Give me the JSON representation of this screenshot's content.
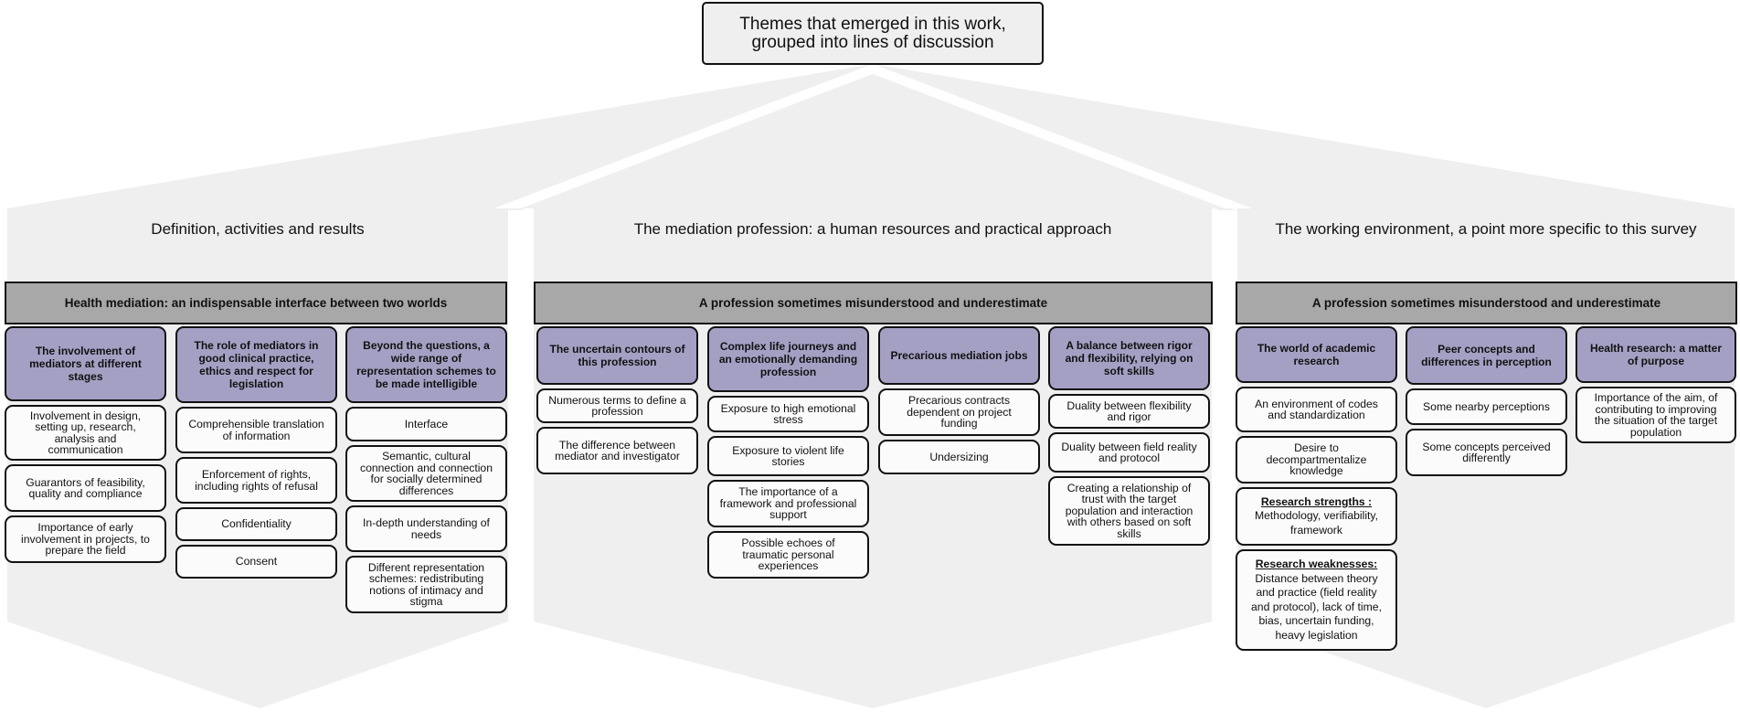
{
  "title": "Themes that emerged in this work, grouped into lines of discussion",
  "colors": {
    "theme_fill": "#a4a0c4",
    "band_fill": "#a8a8a8",
    "panel_fill": "#efefef",
    "item_fill": "#fbfbfb",
    "border": "#111111"
  },
  "lines": [
    {
      "label": "Definition, activities and results",
      "band": "Health mediation: an indispensable interface between two worlds",
      "themes": [
        {
          "title": "The involvement of mediators at different stages",
          "items": [
            {
              "text": "Involvement in design, setting up, research, analysis and communication"
            },
            {
              "text": "Guarantors of feasibility, quality and compliance"
            },
            {
              "text": "Importance of early involvement in projects, to prepare the field"
            }
          ]
        },
        {
          "title": "The role of mediators in good clinical practice, ethics and respect for legislation",
          "items": [
            {
              "text": "Comprehensible translation of information"
            },
            {
              "text": "Enforcement of rights, including rights of refusal"
            },
            {
              "text": "Confidentiality"
            },
            {
              "text": "Consent"
            }
          ]
        },
        {
          "title": "Beyond the questions, a wide range of representation schemes to be made intelligible",
          "items": [
            {
              "text": "Interface"
            },
            {
              "text": "Semantic, cultural connection and connection for socially determined differences"
            },
            {
              "text": "In-depth understanding of needs"
            },
            {
              "text": "Different representation schemes: redistributing notions of intimacy and stigma"
            }
          ]
        }
      ]
    },
    {
      "label": "The mediation profession: a human resources and practical approach",
      "band": "A profession sometimes misunderstood and underestimate",
      "themes": [
        {
          "title": "The uncertain contours of this profession",
          "items": [
            {
              "text": "Numerous terms to define a profession"
            },
            {
              "text": "The difference between mediator and investigator"
            }
          ]
        },
        {
          "title": "Complex life journeys and an emotionally demanding profession",
          "items": [
            {
              "text": "Exposure to high emotional stress"
            },
            {
              "text": "Exposure to violent life stories"
            },
            {
              "text": "The importance of a framework and professional support"
            },
            {
              "text": "Possible echoes of traumatic personal experiences"
            }
          ]
        },
        {
          "title": "Precarious mediation jobs",
          "items": [
            {
              "text": "Precarious contracts dependent on project funding"
            },
            {
              "text": "Undersizing"
            }
          ]
        },
        {
          "title": "A balance between rigor and flexibility, relying on soft skills",
          "items": [
            {
              "text": "Duality between flexibility and rigor"
            },
            {
              "text": "Duality between field reality and protocol"
            },
            {
              "text": "Creating a relationship of trust with the target population and interaction with others based on soft skills"
            }
          ]
        }
      ]
    },
    {
      "label": "The working environment, a point more specific to this survey",
      "band": "A profession sometimes misunderstood and underestimate",
      "themes": [
        {
          "title": "The world of academic research",
          "items": [
            {
              "text": "An environment of codes and standardization"
            },
            {
              "text": "Desire to decompartmentalize knowledge"
            },
            {
              "label": "Research strengths :",
              "text": "Methodology, verifiability, framework"
            },
            {
              "label": "Research weaknesses:",
              "text": "Distance between theory and practice (field reality and protocol), lack of time, bias, uncertain funding, heavy legislation"
            }
          ]
        },
        {
          "title": "Peer concepts and differences in perception",
          "items": [
            {
              "text": "Some nearby perceptions"
            },
            {
              "text": "Some concepts perceived differently"
            }
          ]
        },
        {
          "title": "Health research: a matter of purpose",
          "items": [
            {
              "text": "Importance of the aim, of contributing to improving the situation of the target population"
            }
          ]
        }
      ]
    }
  ]
}
